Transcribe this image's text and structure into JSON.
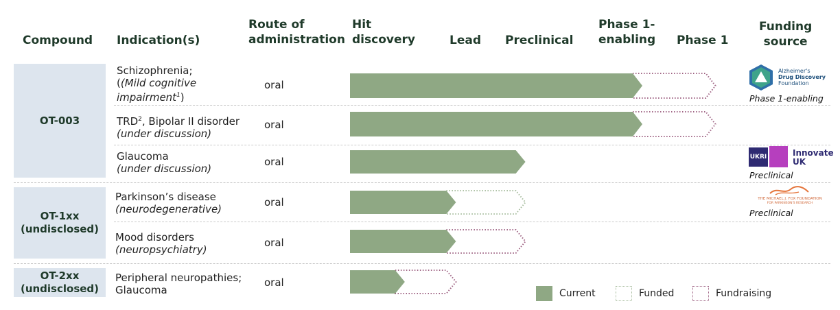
{
  "headers": {
    "compound": "Compound",
    "indication": "Indication(s)",
    "route_1": "Route of",
    "route_2": "administration",
    "hit_1": "Hit",
    "hit_2": "discovery",
    "lead": "Lead",
    "preclinical": "Preclinical",
    "phase1_enabling_1": "Phase 1-",
    "phase1_enabling_2": "enabling",
    "phase1": "Phase 1",
    "funding_1": "Funding",
    "funding_2": "source"
  },
  "compounds": {
    "ot003": "OT-003",
    "ot1xx_1": "OT-1xx",
    "ot1xx_2": "(undisclosed)",
    "ot2xx_1": "OT-2xx",
    "ot2xx_2": "(undisclosed)"
  },
  "rows": [
    {
      "ind_1": "Schizophrenia;",
      "ind_2": "(Mild cognitive",
      "ind_3": "impairment",
      "sup": "1",
      "ind_3_end": ")",
      "route": "oral"
    },
    {
      "ind_1": "TRD",
      "sup": "2",
      "ind_1_end": ", Bipolar II disorder",
      "ind_2": "(under discussion)",
      "route": "oral"
    },
    {
      "ind_1": "Glaucoma",
      "ind_2": "(under discussion)",
      "route": "oral"
    },
    {
      "ind_1": "Parkinson’s disease",
      "ind_2": "(neurodegenerative)",
      "route": "oral"
    },
    {
      "ind_1": "Mood disorders",
      "ind_2": "(neuropsychiatry)",
      "route": "oral"
    },
    {
      "ind_1": "Peripheral neuropathies;",
      "ind_2": "Glaucoma",
      "route": "oral"
    }
  ],
  "funding": {
    "adf_line1": "Alzheimer's",
    "adf_line2": "Drug Discovery",
    "adf_line3": "Foundation",
    "adf_caption": "Phase 1-enabling",
    "innovate_1": "Innovate",
    "innovate_2": "UK",
    "ukri": "UKRI",
    "innovate_caption": "Preclinical",
    "mjf_line1": "THE MICHAEL J. FOX FOUNDATION",
    "mjf_line2": "FOR PARKINSON'S RESEARCH",
    "mjf_caption": "Preclinical"
  },
  "legend": {
    "current": "Current",
    "funded": "Funded",
    "fundraising": "Fundraising"
  },
  "colors": {
    "current": "#8fa884",
    "funded": "#a9bea0",
    "fundraising": "#a06585",
    "compound_box": "#dde5ee",
    "header_text": "#1f3a2a"
  },
  "chart_data": {
    "type": "bar",
    "stages": [
      "Hit discovery",
      "Lead",
      "Preclinical",
      "Phase 1-enabling",
      "Phase 1"
    ],
    "series": [
      {
        "name": "Current",
        "values": [
          4.0,
          4.0,
          2.4,
          1.45,
          1.45,
          0.75
        ]
      },
      {
        "name": "Funded",
        "values": [
          0,
          0,
          0,
          2.4,
          0,
          0
        ]
      },
      {
        "name": "Fundraising",
        "values": [
          5.0,
          5.0,
          0,
          0,
          2.4,
          1.45
        ]
      }
    ],
    "categories": [
      "OT-003 Schizophrenia",
      "OT-003 TRD, Bipolar II disorder",
      "OT-003 Glaucoma",
      "OT-1xx Parkinson’s disease",
      "OT-1xx Mood disorders",
      "OT-2xx Peripheral neuropathies; Glaucoma"
    ],
    "xlim": [
      0,
      5
    ],
    "orientation": "horizontal"
  }
}
